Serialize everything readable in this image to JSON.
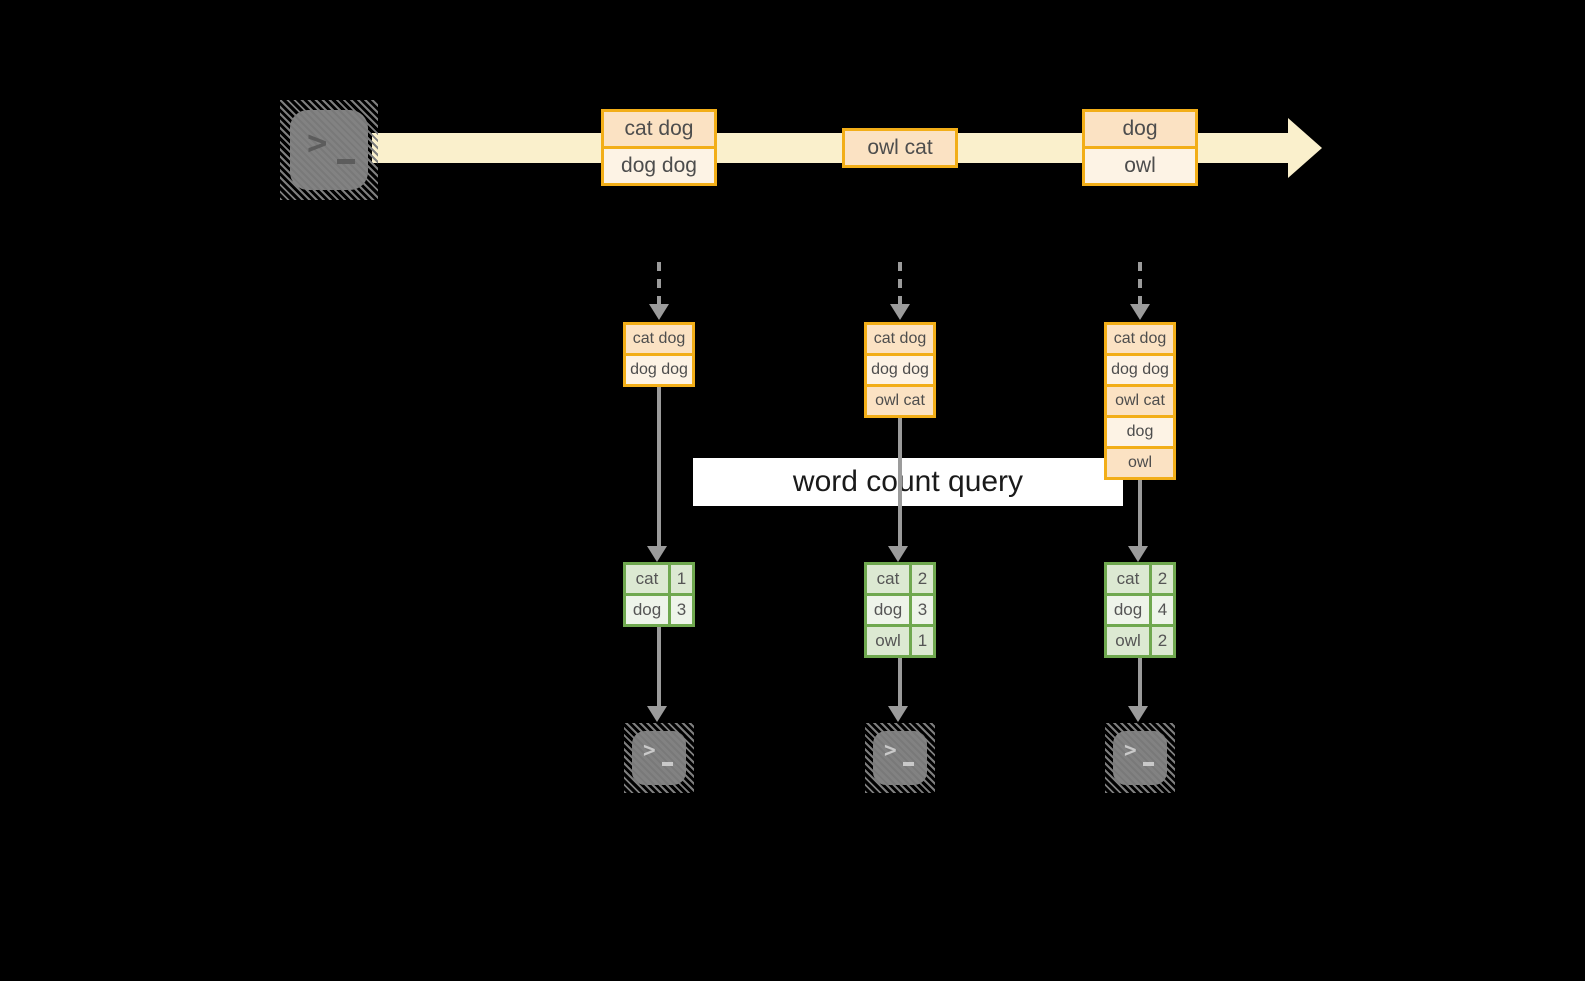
{
  "background_color": "#000000",
  "colors": {
    "box_border": "#F2AE18",
    "box_fill_dark": "#FBE2C3",
    "box_fill_light": "#FDF3E5",
    "stream_band": "#FAF0CC",
    "table_border": "#6FA84F",
    "table_fill_dark": "#DCE9D2",
    "table_fill_light": "#EEF4EA",
    "arrow_gray": "#9B9B9B",
    "query_box_bg": "#FFFFFF",
    "query_text": "#1A1A1A",
    "box_text": "#4D4D4D",
    "terminal_gray": "#828282"
  },
  "source_terminal": {
    "icon": "terminal-icon",
    "prompt_glyph": ">"
  },
  "stream": {
    "batches": [
      {
        "rows": [
          "cat dog",
          "dog dog"
        ]
      },
      {
        "rows": [
          "owl cat"
        ]
      },
      {
        "rows": [
          "dog",
          "owl"
        ]
      }
    ]
  },
  "query": {
    "label": "word count query"
  },
  "columns": [
    {
      "input_rows": [
        "cat dog",
        "dog dog"
      ],
      "results": [
        {
          "word": "cat",
          "count": "1"
        },
        {
          "word": "dog",
          "count": "3"
        }
      ]
    },
    {
      "input_rows": [
        "cat dog",
        "dog dog",
        "owl cat"
      ],
      "results": [
        {
          "word": "cat",
          "count": "2"
        },
        {
          "word": "dog",
          "count": "3"
        },
        {
          "word": "owl",
          "count": "1"
        }
      ]
    },
    {
      "input_rows": [
        "cat dog",
        "dog dog",
        "owl cat",
        "dog",
        "owl"
      ],
      "results": [
        {
          "word": "cat",
          "count": "2"
        },
        {
          "word": "dog",
          "count": "4"
        },
        {
          "word": "owl",
          "count": "2"
        }
      ]
    }
  ],
  "sink_terminals": [
    {
      "icon": "terminal-icon",
      "prompt_glyph": ">"
    },
    {
      "icon": "terminal-icon",
      "prompt_glyph": ">"
    },
    {
      "icon": "terminal-icon",
      "prompt_glyph": ">"
    }
  ]
}
